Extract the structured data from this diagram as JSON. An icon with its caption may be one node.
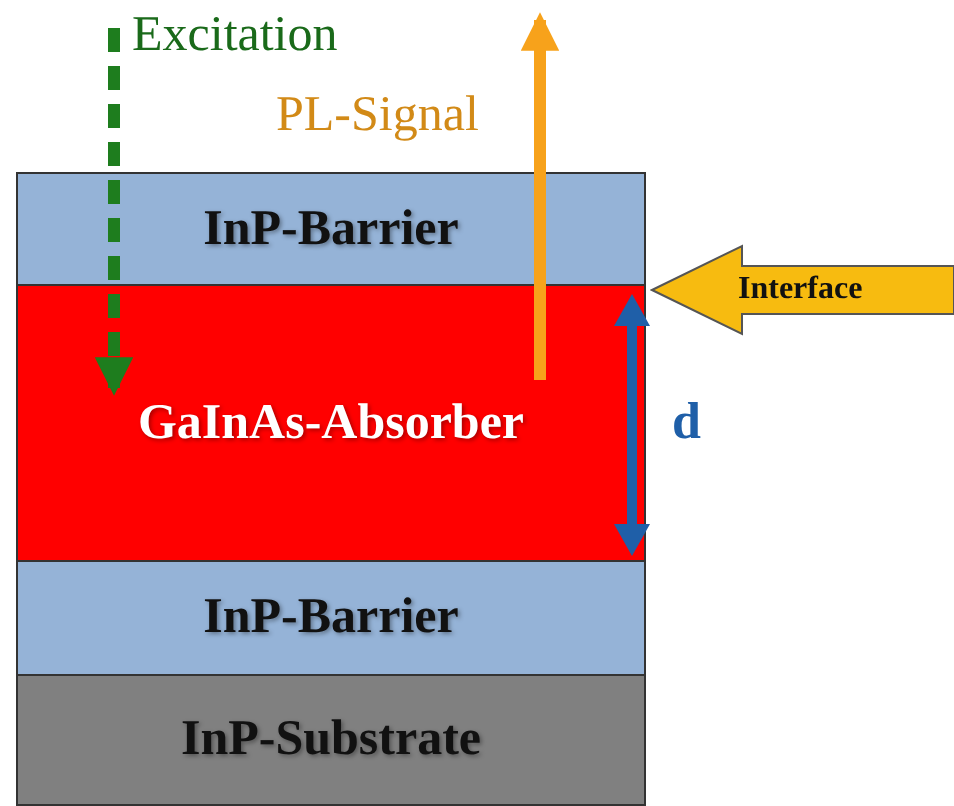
{
  "diagram": {
    "nodes": [
      {
        "text": [
          "InP-Barrier"
        ]
      },
      {
        "text": [
          "Interface"
        ]
      },
      {
        "text": [
          "GaInAs-Absorber"
        ]
      },
      {
        "text": [
          "InP-Barrier"
        ]
      },
      {
        "text": [
          "InP-Substrate"
        ]
      }
    ],
    "edges": [
      {
        "from": null,
        "to": 2,
        "arrow": "to",
        "label": "Excitation",
        "style": "dashed",
        "color": "#1e7d1e"
      },
      {
        "from": 2,
        "to": null,
        "arrow": "to",
        "label": "PL-Signal",
        "color": "#f7a21b"
      }
    ],
    "labels": [
      "d"
    ]
  }
}
